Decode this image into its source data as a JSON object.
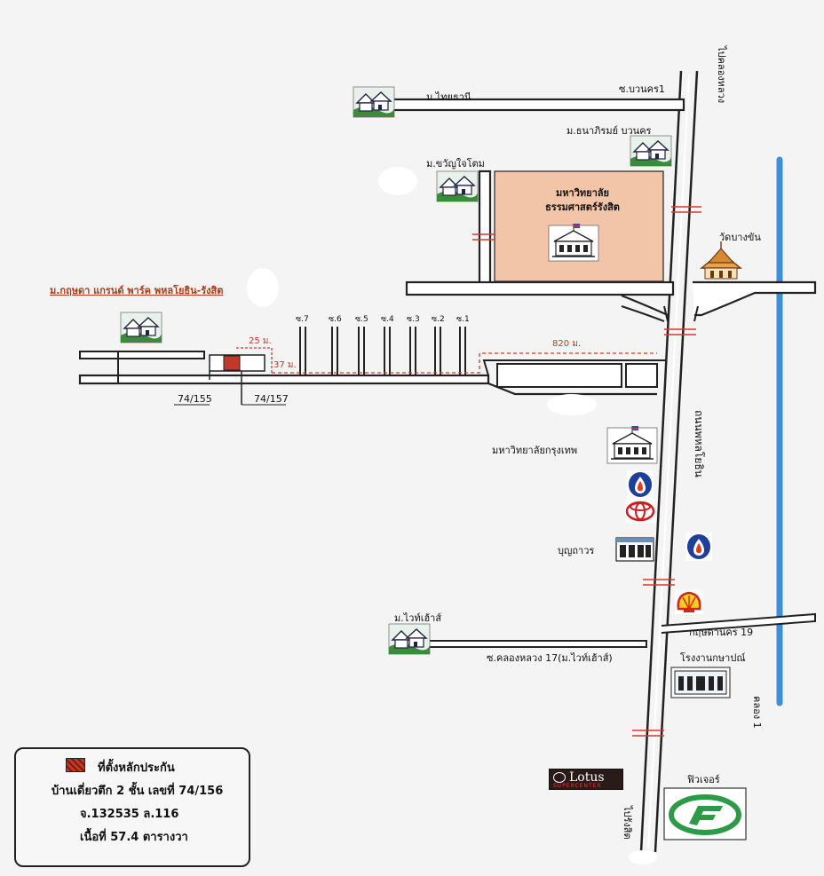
{
  "labels": {
    "soi_bowonkon1": "ซ.บวนคร1",
    "to_khlong_luang": "ไปคลองหลวง",
    "thai_thani": "ม.ไทยธานี",
    "thanapirom": "ม.ธนาภิรมย์ บวนคร",
    "kwanjai_tom": "ม.ขวัญใจโตม",
    "univ_name_1": "มหาวิทยาลัย",
    "univ_name_2": "ธรรมศาสตร์รังสิต",
    "wat_bang_khan": "วัดบางขัน",
    "project_name": "ม.กฤษดา แกรนด์ พาร์ค พหลโยธิน-รังสิต",
    "soi7": "ซ.7",
    "soi6": "ซ.6",
    "soi5": "ซ.5",
    "soi4": "ซ.4",
    "soi3": "ซ.3",
    "soi2": "ซ.2",
    "soi1": "ซ.1",
    "dim_25": "25 ม.",
    "dim_37": "37 ม.",
    "dim_820": "820 ม.",
    "house_left": "74/155",
    "house_right": "74/157",
    "phahonyothin_road": "ถนนพหลโยธิน",
    "bangkok_univ": "มหาวิทยาลัยกรุงเทพ",
    "bunthawon": "บุญถาวร",
    "white_house": "ม.ไวท์เฮ้าส์",
    "krisdanakorn19": "กฤษดานคร 19",
    "soi_khlong_luang17": "ซ.คลองหลวง 17(ม.ไวท์เฮ้าส์)",
    "post_office": "โรงงานกษาปณ์",
    "khlong1": "คลอง 1",
    "future": "ฟิวเจอร์",
    "to_rangsit": "ไปรังสิต",
    "lotus_brand": "Lotus",
    "lotus_sub": "SUPERCENTER"
  },
  "legend": {
    "title": "ที่ตั้งหลักประกัน",
    "line1": "บ้านเดี่ยวตึก 2 ชั้น  เลขที่ 74/156",
    "line2": "จ.132535    ล.116",
    "line3": "เนื้อที่ 57.4 ตารางวา"
  },
  "icons": {
    "village": "village-icon",
    "school": "school-building-icon",
    "temple": "temple-icon",
    "ptt": "ptt-station-icon",
    "toyota": "toyota-logo-icon",
    "shell": "shell-station-icon",
    "future": "future-park-logo-icon"
  },
  "colors": {
    "road_outline": "#222222",
    "canal": "#3d8fd6",
    "university_fill": "#f2c4a8",
    "collateral": "#c0392b",
    "dimension": "#d63a2a"
  }
}
